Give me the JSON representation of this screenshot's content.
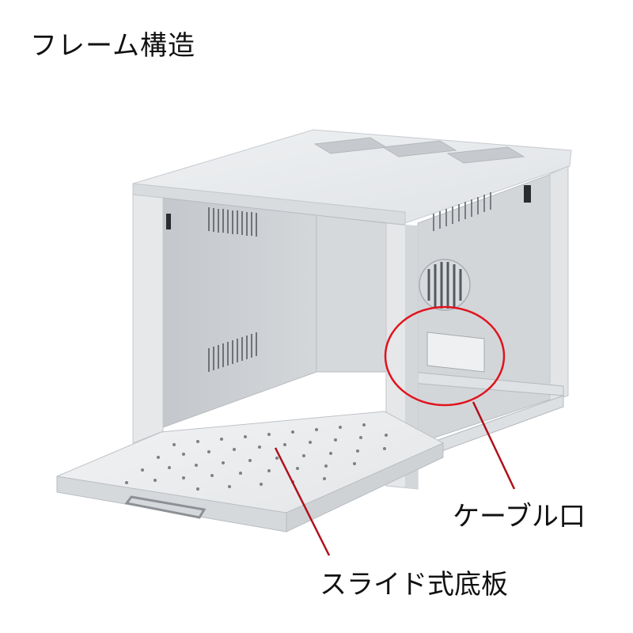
{
  "title": "フレーム構造",
  "labels": {
    "cable_port": "ケーブル口",
    "slide_shelf": "スライド式底板"
  },
  "colors": {
    "frame": "#e4e6e8",
    "frame_shade": "#d2d5d8",
    "interior": "#c9ccd0",
    "highlight_circle": "#e0141e",
    "callout_line": "#b0101a"
  }
}
